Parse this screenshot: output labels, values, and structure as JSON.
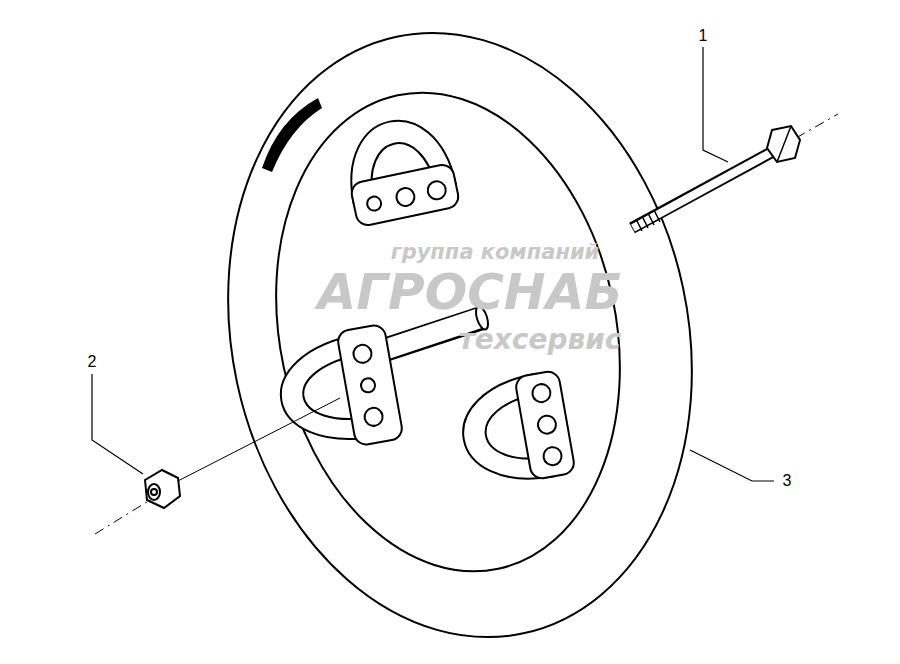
{
  "diagram": {
    "labels": [
      "1",
      "2",
      "3",
      "группа компаний",
      "АГРОСНАБ",
      "техсервис"
    ]
  }
}
